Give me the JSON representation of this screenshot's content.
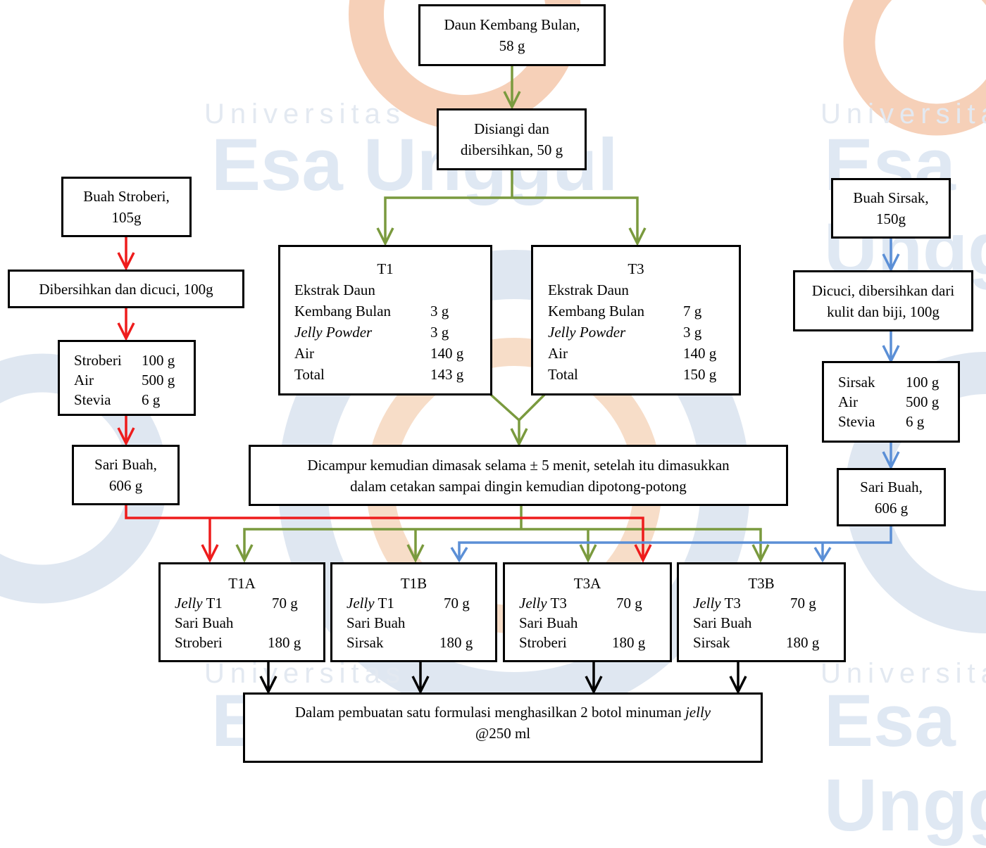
{
  "watermark": {
    "line1": "Universitas",
    "line2": "Esa Unggul",
    "colors": {
      "orange": "#f6d3b8",
      "blue": "#d9e4f1",
      "text": "#dfe8f3"
    }
  },
  "arrow_colors": {
    "green": "#7a9a3e",
    "red": "#ee1c1c",
    "blue": "#5b8fd6",
    "black": "#000000"
  },
  "daun": {
    "line1": "Daun Kembang Bulan,",
    "line2": "58 g"
  },
  "disiangi": {
    "line1": "Disiangi dan",
    "line2": "dibersihkan, 50 g"
  },
  "stroberi": {
    "buah": {
      "line1": "Buah Stroberi,",
      "line2": "105g"
    },
    "bersih": "Dibersihkan dan dicuci, 100g",
    "bahan": [
      {
        "name": "Stroberi",
        "qty": "100 g"
      },
      {
        "name": "Air",
        "qty": "500 g"
      },
      {
        "name": "Stevia",
        "qty": "6 g"
      }
    ],
    "sari": {
      "line1": "Sari Buah,",
      "line2": "606 g"
    }
  },
  "sirsak": {
    "buah": {
      "line1": "Buah Sirsak,",
      "line2": "150g"
    },
    "bersih": {
      "line1": "Dicuci, dibersihkan dari",
      "line2": "kulit dan biji, 100g"
    },
    "bahan": [
      {
        "name": "Sirsak",
        "qty": "100 g"
      },
      {
        "name": "Air",
        "qty": "500 g"
      },
      {
        "name": "Stevia",
        "qty": "6 g"
      }
    ],
    "sari": {
      "line1": "Sari Buah,",
      "line2": "606 g"
    }
  },
  "t1": {
    "title": "T1",
    "ekstrak1": "Ekstrak Daun",
    "ekstrak2": "Kembang Bulan",
    "ekstrak_qty": "3 g",
    "jelly": "Jelly Powder",
    "jelly_qty": "3 g",
    "air": "Air",
    "air_qty": "140 g",
    "total": "Total",
    "total_qty": "143 g"
  },
  "t3": {
    "title": "T3",
    "ekstrak1": "Ekstrak Daun",
    "ekstrak2": "Kembang Bulan",
    "ekstrak_qty": "7 g",
    "jelly": "Jelly Powder",
    "jelly_qty": "3 g",
    "air": "Air",
    "air_qty": "140 g",
    "total": "Total",
    "total_qty": "150 g"
  },
  "campur": {
    "line1": "Dicampur kemudian dimasak selama ± 5 menit, setelah itu dimasukkan",
    "line2": "dalam cetakan sampai dingin kemudian dipotong-potong"
  },
  "formulas": [
    {
      "title": "T1A",
      "jelly_word": "Jelly",
      "jelly_type": " T1",
      "jelly_qty": "70 g",
      "sari": "Sari Buah",
      "fruit": "Stroberi",
      "fruit_qty": "180 g"
    },
    {
      "title": "T1B",
      "jelly_word": "Jelly",
      "jelly_type": " T1",
      "jelly_qty": "70 g",
      "sari": "Sari Buah",
      "fruit": "Sirsak",
      "fruit_qty": "180 g"
    },
    {
      "title": "T3A",
      "jelly_word": "Jelly",
      "jelly_type": " T3",
      "jelly_qty": "70 g",
      "sari": "Sari Buah",
      "fruit": "Stroberi",
      "fruit_qty": "180 g"
    },
    {
      "title": "T3B",
      "jelly_word": "Jelly",
      "jelly_type": " T3",
      "jelly_qty": "70 g",
      "sari": "Sari Buah",
      "fruit": "Sirsak",
      "fruit_qty": "180 g"
    }
  ],
  "hasil": {
    "line1_pre": "Dalam pembuatan satu formulasi menghasilkan 2 botol minuman ",
    "line1_it": "jelly",
    "line2": "@250 ml"
  }
}
